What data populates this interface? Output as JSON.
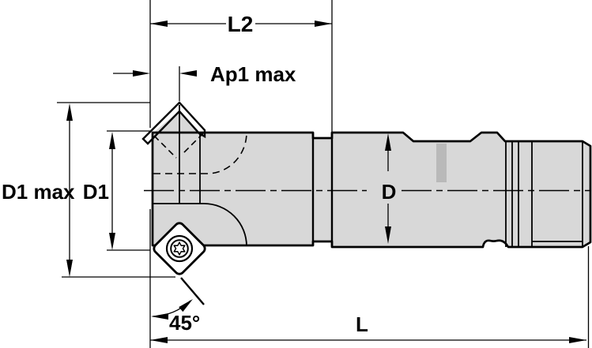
{
  "labels": {
    "l2": "L2",
    "ap1_max": "Ap1 max",
    "d1_max": "D1 max",
    "d1": "D1",
    "d": "D",
    "angle_45": "45°",
    "l": "L"
  },
  "colors": {
    "background": "#ffffff",
    "line": "#000000",
    "body_fill": "#d8d8d8",
    "marking_fill": "#b9b9b9",
    "insert_fill": "#ffffff"
  },
  "icons": {
    "screw": "torx-screw-icon"
  }
}
